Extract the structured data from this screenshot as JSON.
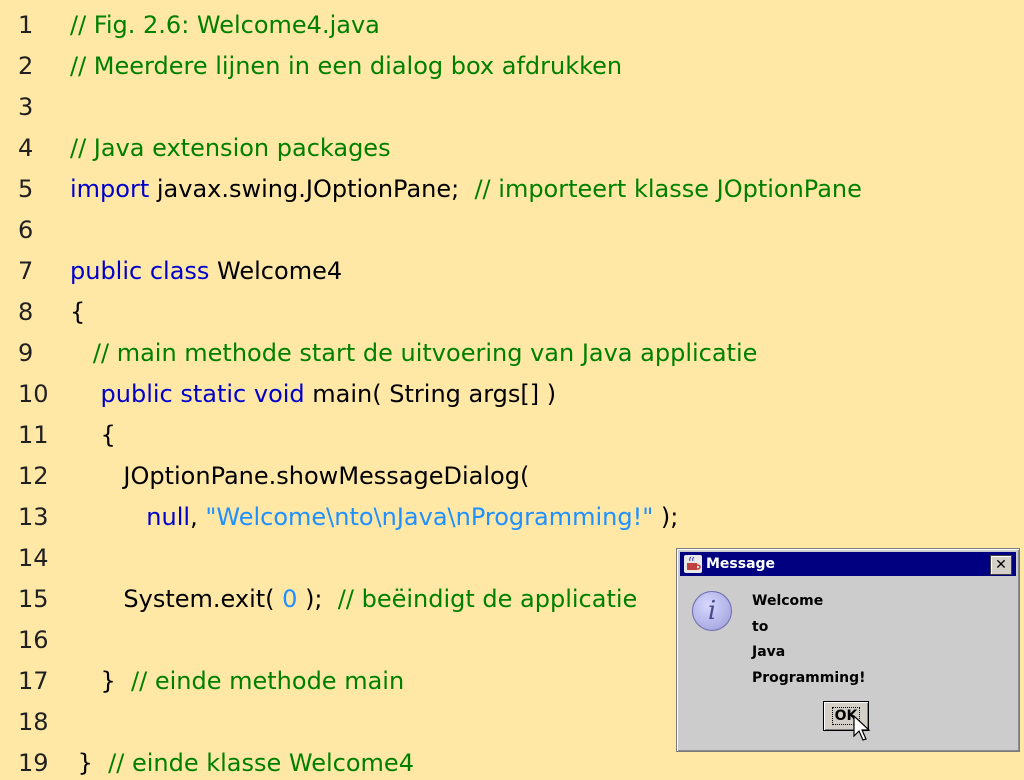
{
  "code_lines": [
    {
      "num": "1",
      "segments": [
        {
          "text": "// Fig. 2.6: Welcome4.java",
          "cls": "c"
        }
      ]
    },
    {
      "num": "2",
      "segments": [
        {
          "text": "// Meerdere lijnen in een dialog box afdrukken",
          "cls": "c"
        }
      ]
    },
    {
      "num": "3",
      "segments": []
    },
    {
      "num": "4",
      "segments": [
        {
          "text": "// Java extension packages",
          "cls": "c"
        }
      ]
    },
    {
      "num": "5",
      "segments": [
        {
          "text": "import",
          "cls": "k"
        },
        {
          "text": " javax.swing.JOptionPane;  ",
          "cls": "p"
        },
        {
          "text": "// importeert klasse JOptionPane",
          "cls": "c"
        }
      ]
    },
    {
      "num": "6",
      "segments": []
    },
    {
      "num": "7",
      "segments": [
        {
          "text": "public class",
          "cls": "k"
        },
        {
          "text": " Welcome4",
          "cls": "p"
        }
      ]
    },
    {
      "num": "8",
      "segments": [
        {
          "text": "{",
          "cls": "p"
        }
      ]
    },
    {
      "num": "9",
      "segments": [
        {
          "text": "   ",
          "cls": "p"
        },
        {
          "text": "// main methode start de uitvoering van Java applicatie",
          "cls": "c"
        }
      ]
    },
    {
      "num": "10",
      "segments": [
        {
          "text": "    ",
          "cls": "p"
        },
        {
          "text": "public static void",
          "cls": "k"
        },
        {
          "text": " main( String args[] )",
          "cls": "p"
        }
      ]
    },
    {
      "num": "11",
      "segments": [
        {
          "text": "    {",
          "cls": "p"
        }
      ]
    },
    {
      "num": "12",
      "segments": [
        {
          "text": "       JOptionPane.showMessageDialog(",
          "cls": "p"
        }
      ]
    },
    {
      "num": "13",
      "segments": [
        {
          "text": "          ",
          "cls": "p"
        },
        {
          "text": "null",
          "cls": "k"
        },
        {
          "text": ", ",
          "cls": "p"
        },
        {
          "text": "\"Welcome\\nto\\nJava\\nProgramming!\"",
          "cls": "s"
        },
        {
          "text": " );",
          "cls": "p"
        }
      ]
    },
    {
      "num": "14",
      "segments": []
    },
    {
      "num": "15",
      "segments": [
        {
          "text": "       System.exit( ",
          "cls": "p"
        },
        {
          "text": "0",
          "cls": "s"
        },
        {
          "text": " );  ",
          "cls": "p"
        },
        {
          "text": "// beëindigt de applicatie",
          "cls": "c"
        }
      ]
    },
    {
      "num": "16",
      "segments": []
    },
    {
      "num": "17",
      "segments": [
        {
          "text": "    }  ",
          "cls": "p"
        },
        {
          "text": "// einde methode main",
          "cls": "c"
        }
      ]
    },
    {
      "num": "18",
      "segments": []
    },
    {
      "num": "19",
      "segments": [
        {
          "text": " }  ",
          "cls": "p"
        },
        {
          "text": "// einde klasse Welcome4",
          "cls": "c"
        }
      ]
    }
  ],
  "dialog": {
    "title": "Message",
    "close_glyph": "✕",
    "message_lines": [
      "Welcome",
      "to",
      "Java",
      "Programming!"
    ],
    "ok_label": "OK",
    "icon": "info-icon",
    "info_glyph": "i"
  },
  "colors": {
    "background": "#ffe7a6",
    "comment": "#008000",
    "keyword": "#0000cc",
    "string": "#1e90ff",
    "titlebar": "#000080"
  }
}
